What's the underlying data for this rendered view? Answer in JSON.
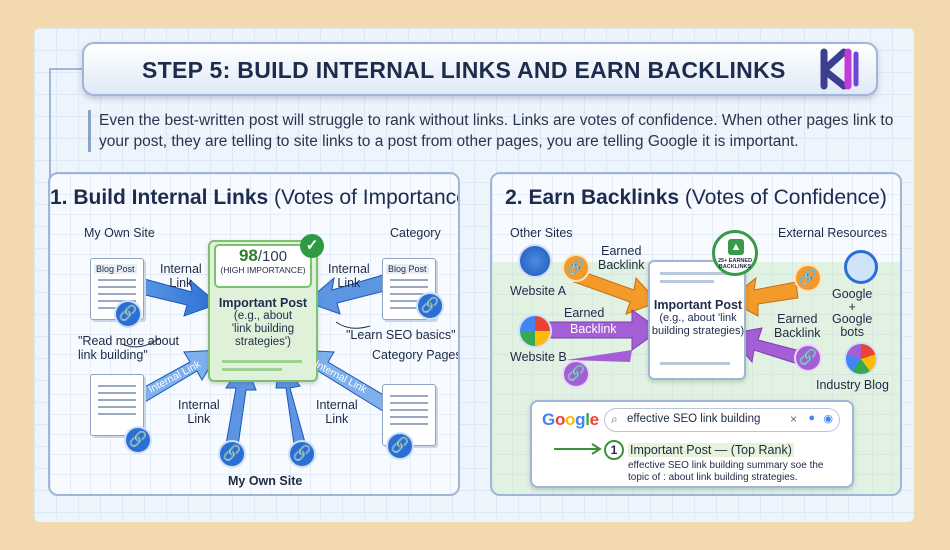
{
  "header": {
    "title": "STEP 5: BUILD INTERNAL LINKS AND EARN BACKLINKS",
    "logo_text": "KI"
  },
  "intro": "Even the best-written post will struggle to rank without links. Links are votes of confidence. When other pages link to your post, they are telling to site links to a post from other pages, you are telling Google it is important.",
  "internal": {
    "title_bold": "1. Build Internal Links",
    "title_rest": " (Votes of Importance)",
    "my_own_site_top": "My Own Site",
    "category": "Category",
    "blog_post": "Blog Post",
    "internal_link_label": "Internal\nLink",
    "score_value": "98",
    "score_max": "/100",
    "score_label": "(HIGH IMPORTANCE)",
    "important_title": "Important Post",
    "important_sub": "(e.g., about\n'link building\nstrategies')",
    "read_more": "\"Read more about\nlink building\"",
    "learn_seo": "\"Learn SEO basics\"",
    "category_pages": "Category Pages",
    "diag_link_label": "Internal Link",
    "my_own_site_bottom": "My Own Site"
  },
  "backlinks": {
    "title_bold": "2. Earn Backlinks",
    "title_rest": " (Votes of Confidence)",
    "other_sites": "Other Sites",
    "external_resources": "External Resources",
    "earned_backlink": "Earned\nBacklink",
    "earned_word": "Earned",
    "backlink_word": "Backlink",
    "website_a": "Website A",
    "website_b": "Website B",
    "google_bots": "Google\n+\nGoogle\nbots",
    "industry_blog": "Industry Blog",
    "badge_text": "25+ EARNED\nBACKLINKS",
    "important_title": "Important Post",
    "important_sub": "(e.g., about 'link\nbuilding strategies)",
    "search": {
      "brand": "Google",
      "query": "effective SEO link building",
      "result_num": "1",
      "result_title": "Important Post — (Top Rank)",
      "snippet": "effective SEO link building summary soe the topic of : about link building strategies."
    }
  },
  "colors": {
    "accent_blue": "#2b6fd6",
    "accent_green": "#7fbf72",
    "orange": "#f39a2b",
    "purple": "#a45fd6"
  }
}
